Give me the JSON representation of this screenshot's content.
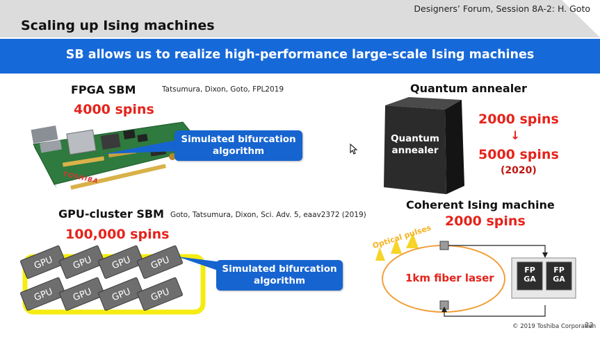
{
  "header": {
    "forum": "Designers’ Forum, Session 8A-2: H. Goto",
    "title": "Scaling up Ising machines"
  },
  "banner": {
    "text": "SB allows us to realize high-performance large-scale Ising machines"
  },
  "fpga": {
    "title": "FPGA SBM",
    "citation": "Tatsumura, Dixon, Goto, FPL2019",
    "spins": "4000 spins",
    "callout_line1": "Simulated bifurcation",
    "callout_line2": "algorithm",
    "board_brand": "TOSHIBA"
  },
  "gpu": {
    "title": "GPU-cluster SBM",
    "citation": "Goto, Tatsumura, Dixon, Sci. Adv. 5, eaav2372 (2019)",
    "spins": "100,000 spins",
    "chip_label": "GPU",
    "callout_line1": "Simulated bifurcation",
    "callout_line2": "algorithm"
  },
  "qa": {
    "title": "Quantum annealer",
    "cube_line1": "Quantum",
    "cube_line2": "annealer",
    "spins_before": "2000 spins",
    "arrow": "↓",
    "spins_after": "5000 spins",
    "year": "(2020)"
  },
  "cim": {
    "title": "Coherent Ising machine",
    "spins": "2000 spins",
    "optical": "Optical pulses",
    "fiber": "1km fiber laser",
    "fpga_top": "FP",
    "fpga_bottom": "GA"
  },
  "footer": {
    "copyright": "© 2019 Toshiba Corporation",
    "page": "22"
  },
  "colors": {
    "banner": "#1669d9",
    "red": "#e5231b",
    "callout": "#1664d0",
    "ring": "#f0a03a",
    "gpu_frame": "#f4ec12"
  }
}
